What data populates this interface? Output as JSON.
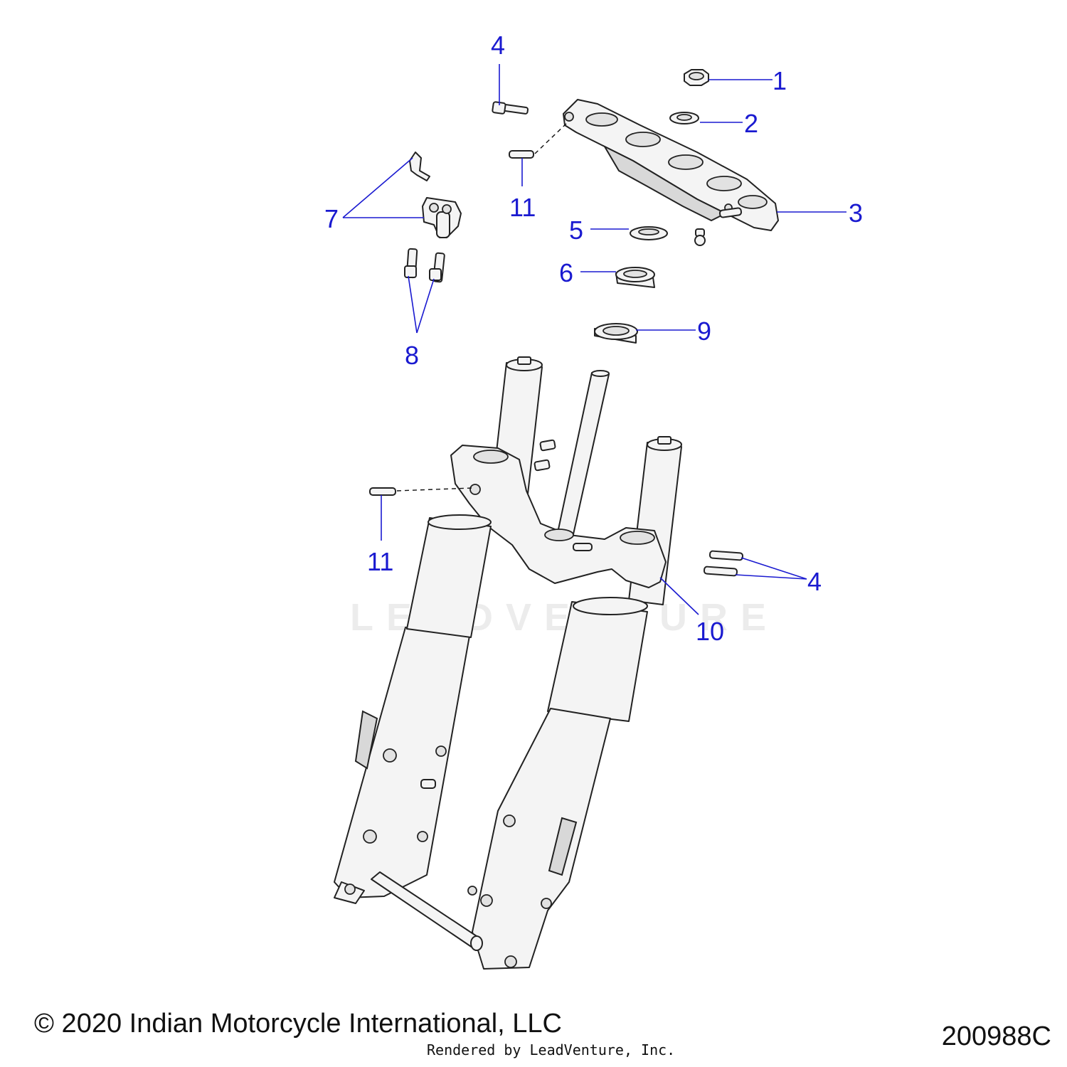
{
  "callouts": [
    "1",
    "2",
    "3",
    "4",
    "5",
    "6",
    "7",
    "8",
    "9",
    "10",
    "11"
  ],
  "watermark": "LEADVENTURE",
  "footer": {
    "copyright": "© 2020 Indian Motorcycle International, LLC",
    "rendered_by": "Rendered by LeadVenture, Inc.",
    "drawing_number": "200988C"
  },
  "colors": {
    "callout": "#1a1ad0",
    "line": "#222222",
    "part_fill": "#f4f4f4"
  }
}
